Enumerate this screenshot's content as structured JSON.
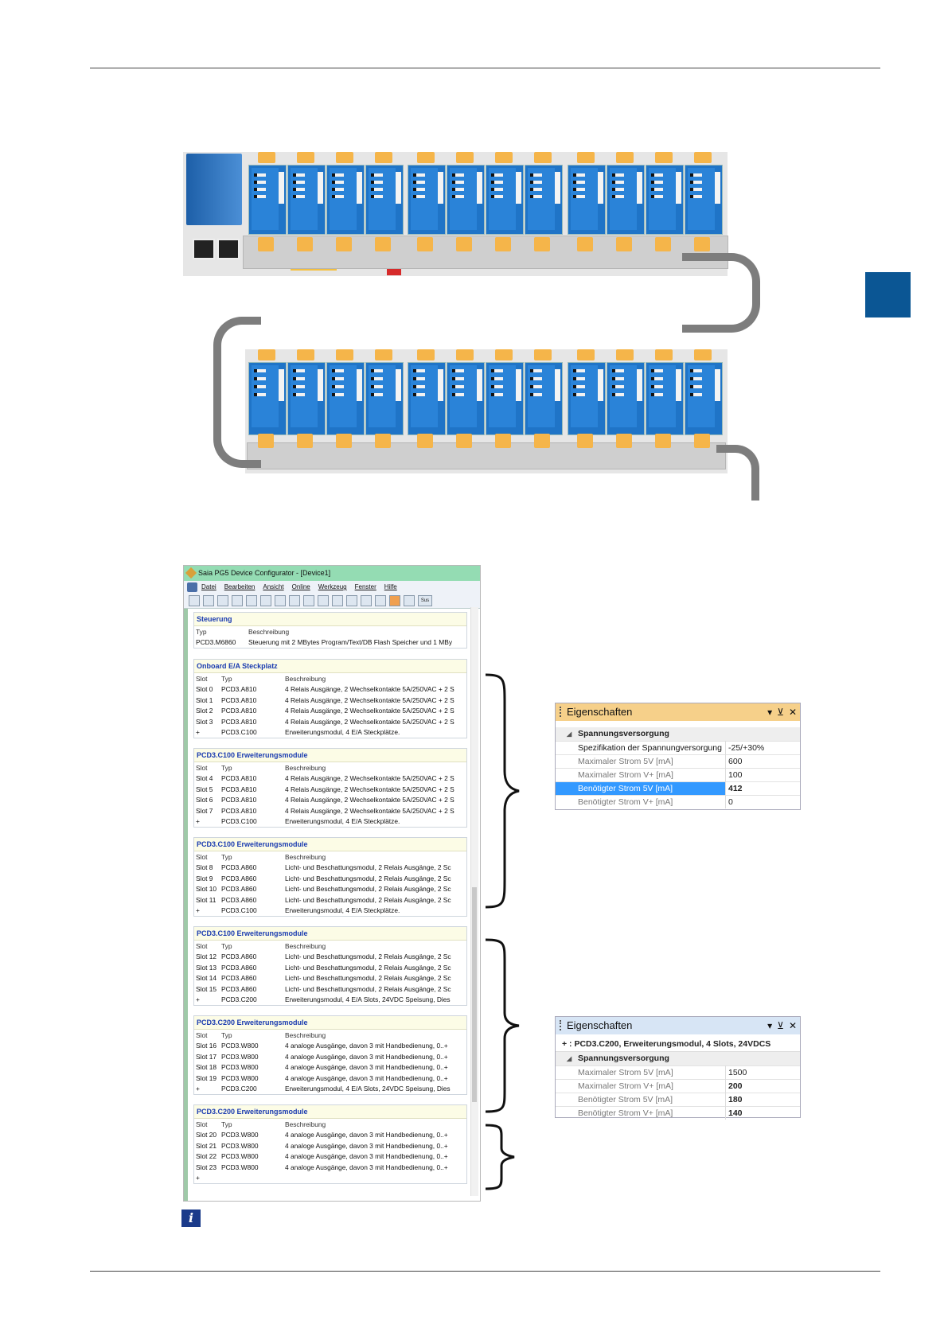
{
  "colors": {
    "accent": "#0b5694",
    "module_blue": "#1f74c7",
    "clip_orange": "#f5b54a",
    "group_header_text": "#1a3bb0",
    "selected_row": "#3399ff"
  },
  "configurator": {
    "title": "Saia PG5 Device Configurator - [Device1]",
    "menu": [
      "Datei",
      "Bearbeiten",
      "Ansicht",
      "Online",
      "Werkzeug",
      "Fenster",
      "Hilfe"
    ],
    "toolbar_last_label": "Sus",
    "steuerung": {
      "header": "Steuerung",
      "col_typ": "Typ",
      "col_desc": "Beschreibung",
      "typ": "PCD3.M6860",
      "desc": "Steuerung mit 2 MBytes Program/Text/DB Flash Speicher und 1 MBy"
    },
    "groups": [
      {
        "header": "Onboard E/A Steckplatz",
        "cols": [
          "Slot",
          "Typ",
          "Beschreibung"
        ],
        "rows": [
          [
            "Slot 0",
            "PCD3.A810",
            "4 Relais Ausgänge, 2 Wechselkontakte 5A/250VAC + 2 S"
          ],
          [
            "Slot 1",
            "PCD3.A810",
            "4 Relais Ausgänge, 2 Wechselkontakte 5A/250VAC + 2 S"
          ],
          [
            "Slot 2",
            "PCD3.A810",
            "4 Relais Ausgänge, 2 Wechselkontakte 5A/250VAC + 2 S"
          ],
          [
            "Slot 3",
            "PCD3.A810",
            "4 Relais Ausgänge, 2 Wechselkontakte 5A/250VAC + 2 S"
          ],
          [
            "+",
            "PCD3.C100",
            "Erweiterungsmodul, 4 E/A Steckplätze."
          ]
        ]
      },
      {
        "header": "PCD3.C100 Erweiterungsmodule",
        "cols": [
          "Slot",
          "Typ",
          "Beschreibung"
        ],
        "rows": [
          [
            "Slot 4",
            "PCD3.A810",
            "4 Relais Ausgänge, 2 Wechselkontakte 5A/250VAC + 2 S"
          ],
          [
            "Slot 5",
            "PCD3.A810",
            "4 Relais Ausgänge, 2 Wechselkontakte 5A/250VAC + 2 S"
          ],
          [
            "Slot 6",
            "PCD3.A810",
            "4 Relais Ausgänge, 2 Wechselkontakte 5A/250VAC + 2 S"
          ],
          [
            "Slot 7",
            "PCD3.A810",
            "4 Relais Ausgänge, 2 Wechselkontakte 5A/250VAC + 2 S"
          ],
          [
            "+",
            "PCD3.C100",
            "Erweiterungsmodul, 4 E/A Steckplätze."
          ]
        ]
      },
      {
        "header": "PCD3.C100 Erweiterungsmodule",
        "cols": [
          "Slot",
          "Typ",
          "Beschreibung"
        ],
        "rows": [
          [
            "Slot 8",
            "PCD3.A860",
            "Licht- und Beschattungsmodul, 2 Relais Ausgänge, 2 Sc"
          ],
          [
            "Slot 9",
            "PCD3.A860",
            "Licht- und Beschattungsmodul, 2 Relais Ausgänge, 2 Sc"
          ],
          [
            "Slot 10",
            "PCD3.A860",
            "Licht- und Beschattungsmodul, 2 Relais Ausgänge, 2 Sc"
          ],
          [
            "Slot 11",
            "PCD3.A860",
            "Licht- und Beschattungsmodul, 2 Relais Ausgänge, 2 Sc"
          ],
          [
            "+",
            "PCD3.C100",
            "Erweiterungsmodul, 4 E/A Steckplätze."
          ]
        ]
      },
      {
        "header": "PCD3.C100 Erweiterungsmodule",
        "cols": [
          "Slot",
          "Typ",
          "Beschreibung"
        ],
        "rows": [
          [
            "Slot 12",
            "PCD3.A860",
            "Licht- und Beschattungsmodul, 2 Relais Ausgänge, 2 Sc"
          ],
          [
            "Slot 13",
            "PCD3.A860",
            "Licht- und Beschattungsmodul, 2 Relais Ausgänge, 2 Sc"
          ],
          [
            "Slot 14",
            "PCD3.A860",
            "Licht- und Beschattungsmodul, 2 Relais Ausgänge, 2 Sc"
          ],
          [
            "Slot 15",
            "PCD3.A860",
            "Licht- und Beschattungsmodul, 2 Relais Ausgänge, 2 Sc"
          ],
          [
            "+",
            "PCD3.C200",
            "Erweiterungsmodul, 4 E/A Slots, 24VDC Speisung, Dies"
          ]
        ]
      },
      {
        "header": "PCD3.C200 Erweiterungsmodule",
        "cols": [
          "Slot",
          "Typ",
          "Beschreibung"
        ],
        "rows": [
          [
            "Slot 16",
            "PCD3.W800",
            "4 analoge Ausgänge, davon 3 mit Handbedienung, 0..+"
          ],
          [
            "Slot 17",
            "PCD3.W800",
            "4 analoge Ausgänge, davon 3 mit Handbedienung, 0..+"
          ],
          [
            "Slot 18",
            "PCD3.W800",
            "4 analoge Ausgänge, davon 3 mit Handbedienung, 0..+"
          ],
          [
            "Slot 19",
            "PCD3.W800",
            "4 analoge Ausgänge, davon 3 mit Handbedienung, 0..+"
          ],
          [
            "+",
            "PCD3.C200",
            "Erweiterungsmodul, 4 E/A Slots, 24VDC Speisung, Dies"
          ]
        ]
      },
      {
        "header": "PCD3.C200 Erweiterungsmodule",
        "cols": [
          "Slot",
          "Typ",
          "Beschreibung"
        ],
        "rows": [
          [
            "Slot 20",
            "PCD3.W800",
            "4 analoge Ausgänge, davon 3 mit Handbedienung, 0..+"
          ],
          [
            "Slot 21",
            "PCD3.W800",
            "4 analoge Ausgänge, davon 3 mit Handbedienung, 0..+"
          ],
          [
            "Slot 22",
            "PCD3.W800",
            "4 analoge Ausgänge, davon 3 mit Handbedienung, 0..+"
          ],
          [
            "Slot 23",
            "PCD3.W800",
            "4 analoge Ausgänge, davon 3 mit Handbedienung, 0..+"
          ],
          [
            "+",
            "",
            ""
          ]
        ]
      }
    ]
  },
  "props1": {
    "title": "Eigenschaften",
    "section": "Spannungsversorgung",
    "rows": [
      {
        "k": "Spezifikation der Spannungversorgung",
        "v": "-25/+30%"
      },
      {
        "k": "Maximaler Strom 5V [mA]",
        "v": "600"
      },
      {
        "k": "Maximaler Strom V+ [mA]",
        "v": "100"
      },
      {
        "k": "Benötigter Strom 5V [mA]",
        "v": "412"
      },
      {
        "k": "Benötigter Strom V+ [mA]",
        "v": "0"
      }
    ]
  },
  "props2": {
    "title": "Eigenschaften",
    "caption": "+ : PCD3.C200, Erweiterungsmodul, 4 Slots, 24VDCS",
    "section": "Spannungsversorgung",
    "rows": [
      {
        "k": "Maximaler Strom 5V [mA]",
        "v": "1500"
      },
      {
        "k": "Maximaler Strom V+ [mA]",
        "v": "200"
      },
      {
        "k": "Benötigter Strom 5V [mA]",
        "v": "180"
      },
      {
        "k": "Benötigter Strom V+ [mA]",
        "v": "140"
      }
    ]
  },
  "icons": {
    "info": "info-icon"
  },
  "info_glyph": "i"
}
